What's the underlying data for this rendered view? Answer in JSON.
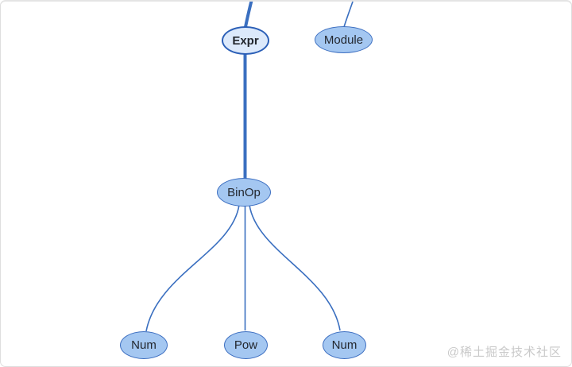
{
  "diagram": {
    "description": "AST tree diagram",
    "nodes": [
      {
        "id": "expr",
        "label": "Expr",
        "highlighted": true
      },
      {
        "id": "module",
        "label": "Module",
        "highlighted": false
      },
      {
        "id": "binop",
        "label": "BinOp",
        "highlighted": false
      },
      {
        "id": "num-left",
        "label": "Num",
        "highlighted": false
      },
      {
        "id": "pow",
        "label": "Pow",
        "highlighted": false
      },
      {
        "id": "num-right",
        "label": "Num",
        "highlighted": false
      }
    ],
    "edges": [
      {
        "from": "root(offscreen)",
        "to": "expr",
        "weight": "thick"
      },
      {
        "from": "root(offscreen)",
        "to": "module",
        "weight": "thin"
      },
      {
        "from": "expr",
        "to": "binop",
        "weight": "thick"
      },
      {
        "from": "binop",
        "to": "num-left",
        "weight": "thin"
      },
      {
        "from": "binop",
        "to": "pow",
        "weight": "thin"
      },
      {
        "from": "binop",
        "to": "num-right",
        "weight": "thin"
      }
    ],
    "colors": {
      "node_fill": "#a4c7f1",
      "node_fill_highlight": "#dce9fb",
      "node_border": "#3d6fc1",
      "node_border_highlight": "#2b5fb7",
      "edge": "#3a6fc0",
      "node_text": "#23272e",
      "frame_border": "#dedede"
    }
  },
  "watermark": {
    "text": "@稀土掘金技术社区",
    "color": "#c9c9c9"
  }
}
